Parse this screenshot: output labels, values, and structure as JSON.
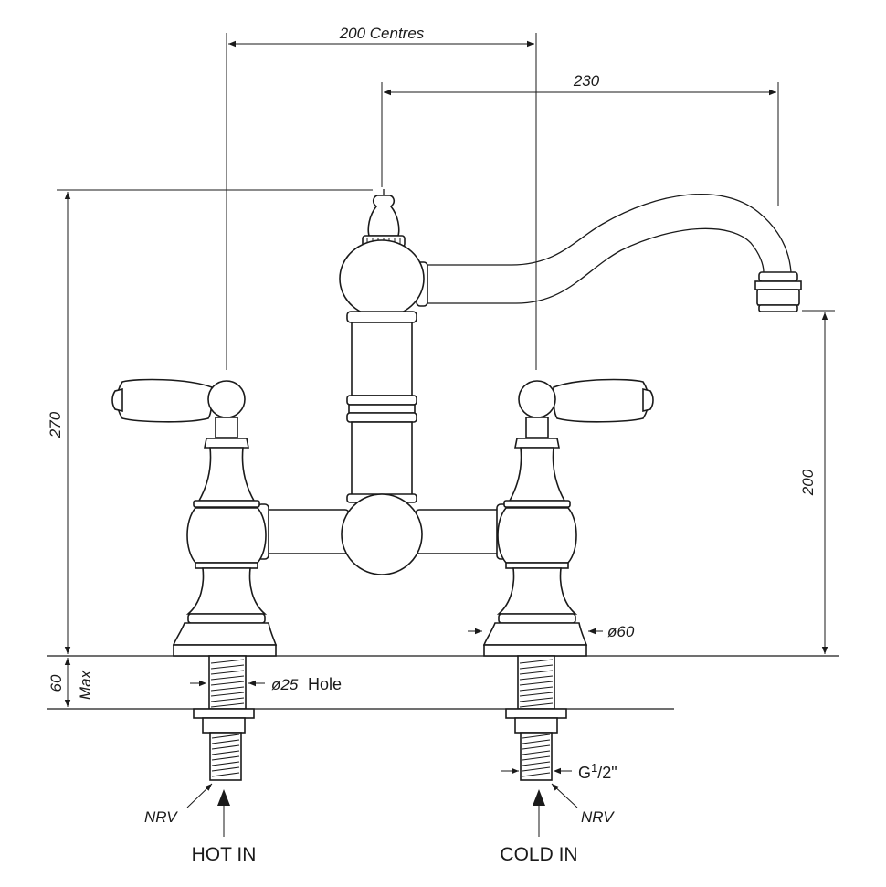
{
  "dimensions": {
    "centres": "200 Centres",
    "spout_reach": "230",
    "overall_height": "270",
    "spout_clearance": "200",
    "deck_thickness": "60",
    "deck_qualifier": "Max",
    "base_diameter": "ø60",
    "hole_size": "ø25",
    "hole_label": "Hole",
    "thread_g": "G",
    "thread_num": "1",
    "thread_den": "/2\""
  },
  "labels": {
    "nrv_left": "NRV",
    "nrv_right": "NRV",
    "hot_in": "HOT IN",
    "cold_in": "COLD IN"
  }
}
